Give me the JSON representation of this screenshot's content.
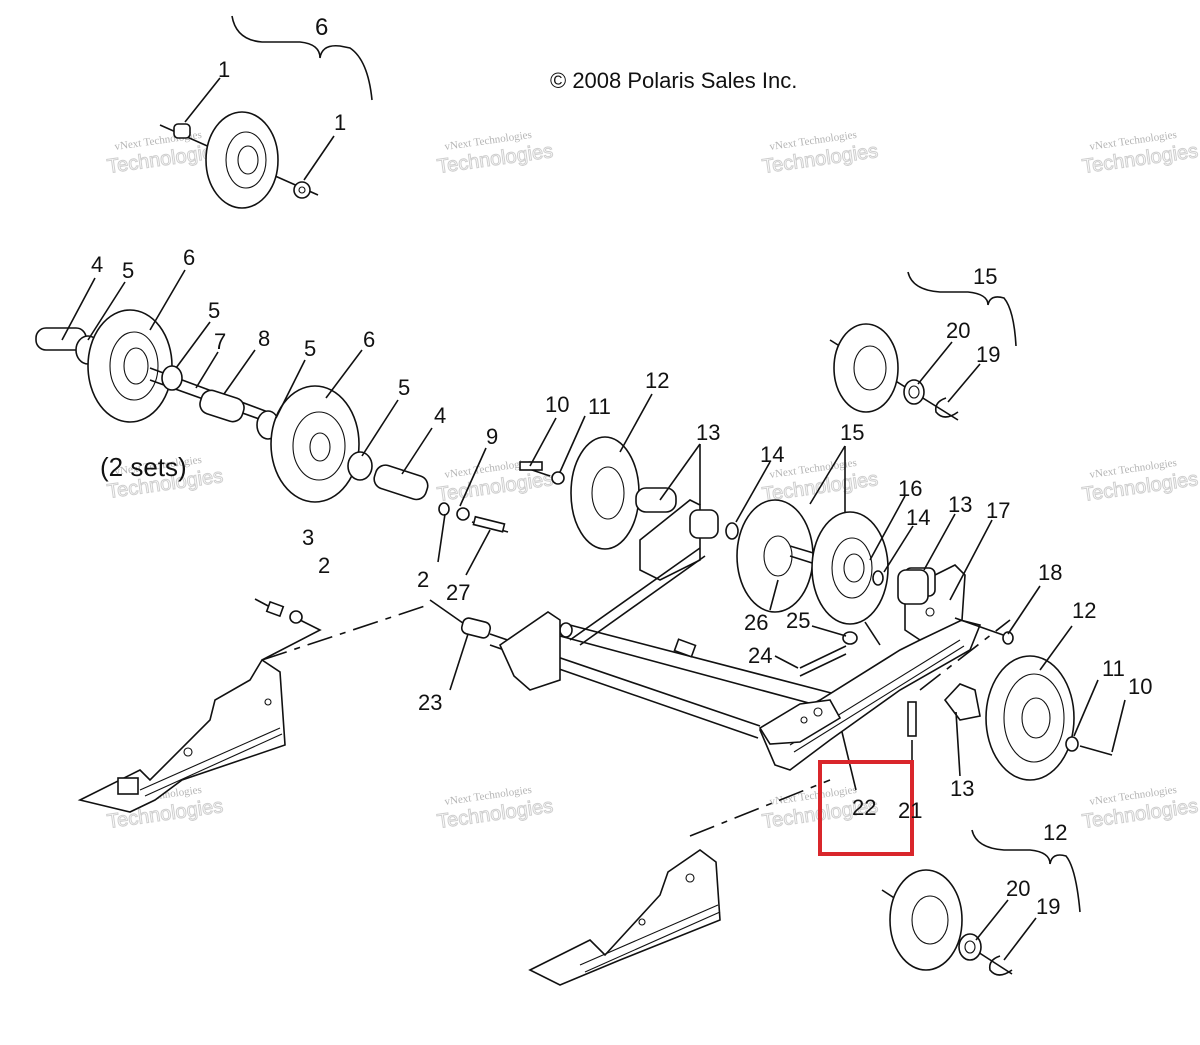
{
  "copyright": "© 2008 Polaris Sales Inc.",
  "note": "(2 sets)",
  "watermark": {
    "line1": "vNext Technologies",
    "line2": "Technologies"
  },
  "callouts": [
    "1",
    "1",
    "6",
    "4",
    "5",
    "6",
    "5",
    "7",
    "8",
    "5",
    "6",
    "5",
    "4",
    "9",
    "2",
    "27",
    "3",
    "2",
    "10",
    "11",
    "12",
    "13",
    "14",
    "15",
    "16",
    "14",
    "13",
    "17",
    "26",
    "25",
    "24",
    "23",
    "18",
    "12",
    "11",
    "10",
    "13",
    "22",
    "21",
    "15",
    "20",
    "19",
    "12",
    "20",
    "19"
  ],
  "highlight": {
    "color": "#d9262b",
    "target": "22"
  }
}
